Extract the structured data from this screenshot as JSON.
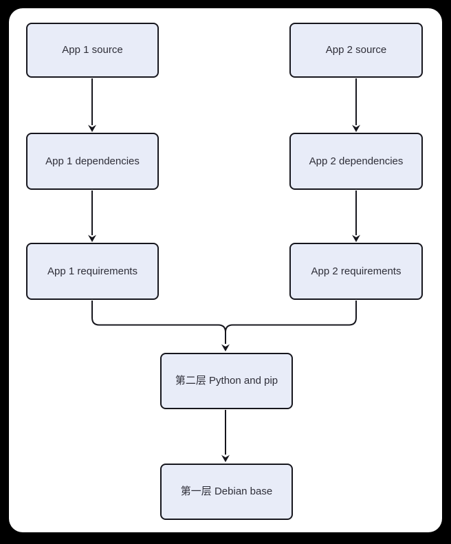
{
  "diagram": {
    "colors": {
      "backdrop": "#000000",
      "canvas": "#ffffff",
      "node_fill": "#e8ecf8",
      "node_border": "#16161d",
      "edge": "#16161d",
      "text": "#2e2e38"
    },
    "nodes": [
      {
        "id": "app1-source",
        "label": "App 1 source"
      },
      {
        "id": "app1-dependencies",
        "label": "App 1 dependencies"
      },
      {
        "id": "app1-requirements",
        "label": "App 1 requirements"
      },
      {
        "id": "app2-source",
        "label": "App 2 source"
      },
      {
        "id": "app2-dependencies",
        "label": "App 2 dependencies"
      },
      {
        "id": "app2-requirements",
        "label": "App 2 requirements"
      },
      {
        "id": "layer2-python-pip",
        "label": "第二层 Python and pip"
      },
      {
        "id": "layer1-debian-base",
        "label": "第一层 Debian base"
      }
    ],
    "edges": [
      {
        "from": "App 1 source",
        "to": "App 1 dependencies"
      },
      {
        "from": "App 1 dependencies",
        "to": "App 1 requirements"
      },
      {
        "from": "App 2 source",
        "to": "App 2 dependencies"
      },
      {
        "from": "App 2 dependencies",
        "to": "App 2 requirements"
      },
      {
        "from": "App 1 requirements",
        "to": "第二层 Python and pip"
      },
      {
        "from": "App 2 requirements",
        "to": "第二层 Python and pip"
      },
      {
        "from": "第二层 Python and pip",
        "to": "第一层 Debian base"
      }
    ]
  }
}
